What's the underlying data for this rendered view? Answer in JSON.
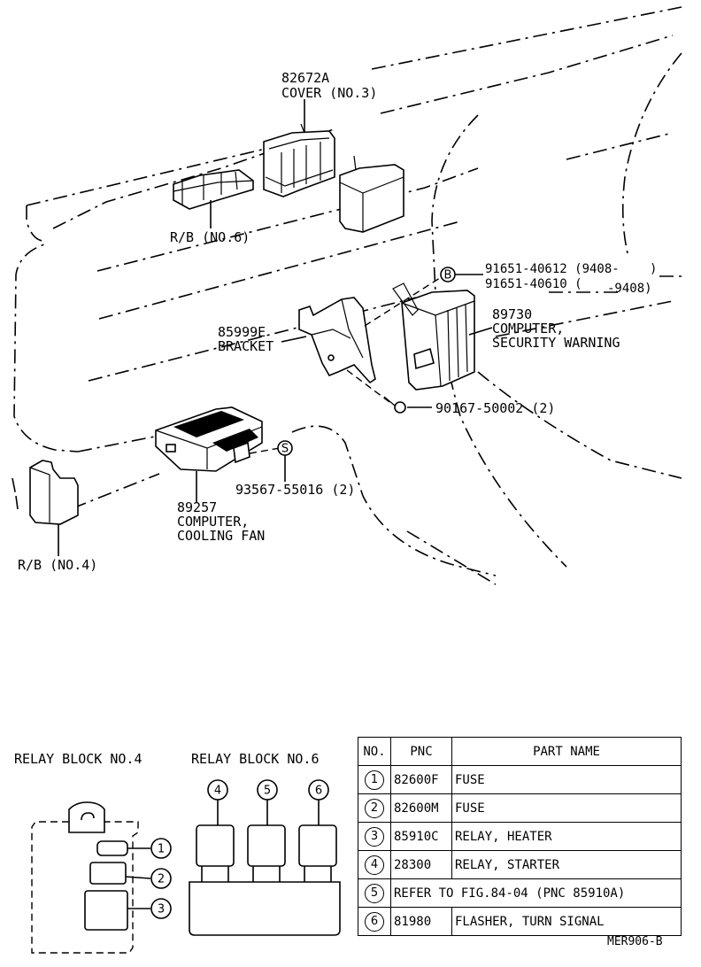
{
  "callouts": {
    "cover_pnc": "82672A",
    "cover_name": "COVER (NO.3)",
    "rb6": "R/B (NO.6)",
    "bolt_line1": "91651-40612 (9408-",
    "bolt_line1_end": ")",
    "bolt_line2": "91651-40610 (",
    "bolt_line2_end": "-9408)",
    "sec_pnc": "89730",
    "sec_name1": "COMPUTER,",
    "sec_name2": "SECURITY WARNING",
    "bracket_pnc": "85999E",
    "bracket_name": "BRACKET",
    "screw": "90167-50002 (2)",
    "cool_screw": "93567-55016 (2)",
    "cool_pnc": "89257",
    "cool_name1": "COMPUTER,",
    "cool_name2": "COOLING FAN",
    "rb4": "R/B (NO.4)",
    "mark_b": "B",
    "mark_s": "S"
  },
  "relay_block_4": {
    "title": "RELAY BLOCK NO.4",
    "markers": [
      "1",
      "2",
      "3"
    ]
  },
  "relay_block_6": {
    "title": "RELAY BLOCK NO.6",
    "markers": [
      "4",
      "5",
      "6"
    ]
  },
  "parts_table": {
    "headers": {
      "no": "NO.",
      "pnc": "PNC",
      "name": "PART NAME"
    },
    "rows": [
      {
        "no": "1",
        "pnc": "82600F",
        "name": "FUSE"
      },
      {
        "no": "2",
        "pnc": "82600M",
        "name": "FUSE"
      },
      {
        "no": "3",
        "pnc": "85910C",
        "name": "RELAY, HEATER"
      },
      {
        "no": "4",
        "pnc": "28300",
        "name": "RELAY, STARTER"
      },
      {
        "no": "5",
        "full": "REFER TO FIG.84-04 (PNC 85910A)"
      },
      {
        "no": "6",
        "pnc": "81980",
        "name": "FLASHER, TURN SIGNAL"
      }
    ]
  },
  "footer": {
    "code": "MER906-B"
  }
}
